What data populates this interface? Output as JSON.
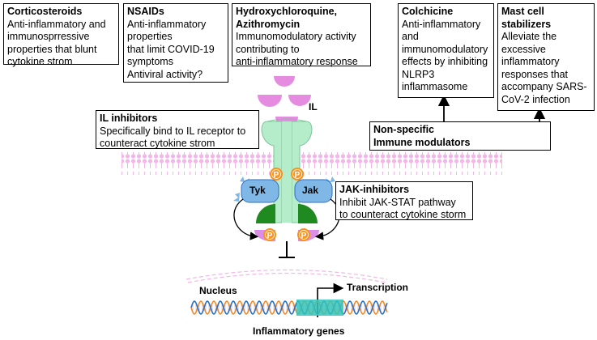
{
  "boxes": {
    "corticosteroids": {
      "title": "Corticosteroids",
      "body": "Anti-inflammatory and\nimmunosprressive\nproperties that blunt\ncytokine strom"
    },
    "nsaids": {
      "title": "NSAIDs",
      "body": "Anti-inflammatory\nproperties\nthat limit COVID-19\nsymptoms\nAntiviral activity?"
    },
    "hydroxychloroquine": {
      "title": "Hydroxychloroquine,\nAzithromycin",
      "body": "Immunomodulatory activity\ncontributing to\nanti-inflammatory response"
    },
    "colchicine": {
      "title": "Colchicine",
      "body": "Anti-inflammatory\nand\nimmunomodulatory\neffects by inhibiting\nNLRP3\ninflammasome"
    },
    "mast_cell": {
      "title": "Mast cell\nstabilizers",
      "body": "Alleviate the\nexcessive\ninflammatory\nresponses that\naccompany SARS-\nCoV-2 infection"
    },
    "il_inhibitors": {
      "title": "IL inhibitors",
      "body": "Specifically bind to IL receptor to\ncounteract cytokine strom"
    },
    "non_specific": {
      "title": "Non-specific\nImmune modulators",
      "body": ""
    },
    "jak_inhibitors": {
      "title": "JAK-inhibitors",
      "body": "Inhibit JAK-STAT pathway\nto counteract cytokine storm"
    }
  },
  "labels": {
    "il": "IL",
    "tyk": "Tyk",
    "jak": "Jak",
    "p": "P",
    "nucleus": "Nucleus",
    "transcription": "Transcription",
    "inflammatory_genes": "Inflammatory genes"
  },
  "colors": {
    "il_pink": "#e58be0",
    "receptor_green": "#b5ecc9",
    "stat_green": "#1f8a1f",
    "stat_pink": "#dc8ee6",
    "kinase_blue": "#7fb8e6",
    "phospho_orange": "#f7931e",
    "membrane_pink": "#f2b7e6",
    "dna_orange": "#f58a28",
    "dna_blue": "#2e6fc4",
    "gene_teal": "#35c4b8"
  }
}
